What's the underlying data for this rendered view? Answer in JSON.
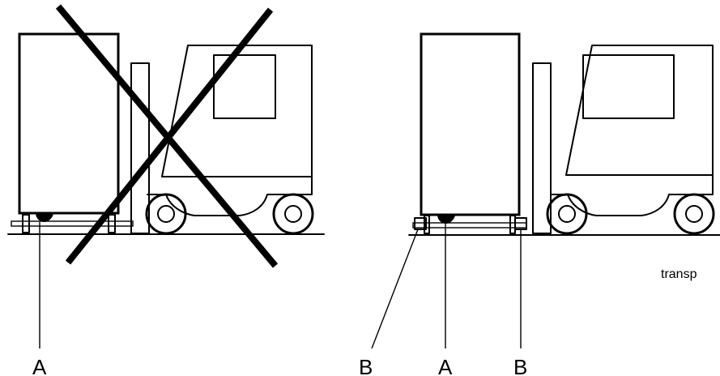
{
  "labels": {
    "left_A": "A",
    "right_B_left": "B",
    "right_A": "A",
    "right_B_right": "B",
    "caption": "transp"
  },
  "colors": {
    "line": "#000000",
    "background": "#ffffff"
  }
}
